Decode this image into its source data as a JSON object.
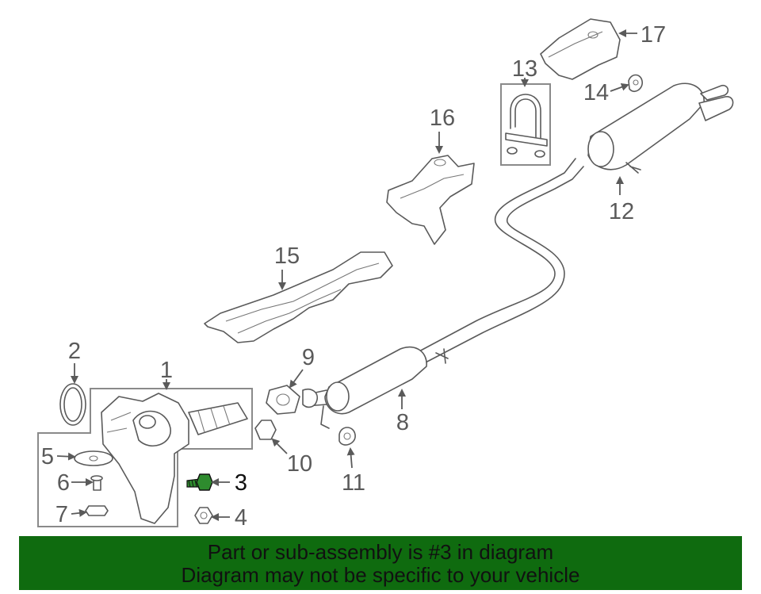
{
  "callouts": {
    "c1": "1",
    "c2": "2",
    "c3": "3",
    "c4": "4",
    "c5": "5",
    "c6": "6",
    "c7": "7",
    "c8": "8",
    "c9": "9",
    "c10": "10",
    "c11": "11",
    "c12": "12",
    "c13": "13",
    "c14": "14",
    "c15": "15",
    "c16": "16",
    "c17": "17"
  },
  "highlight_part": "3",
  "colors": {
    "banner_bg": "#0f6b0f",
    "banner_text": "#111111",
    "highlight_part": "#2e8b2e",
    "line_art": "#5a5a5a"
  },
  "banner": {
    "line1": "Part or sub-assembly is #3 in diagram",
    "line2": "Diagram may not be specific to your vehicle"
  }
}
